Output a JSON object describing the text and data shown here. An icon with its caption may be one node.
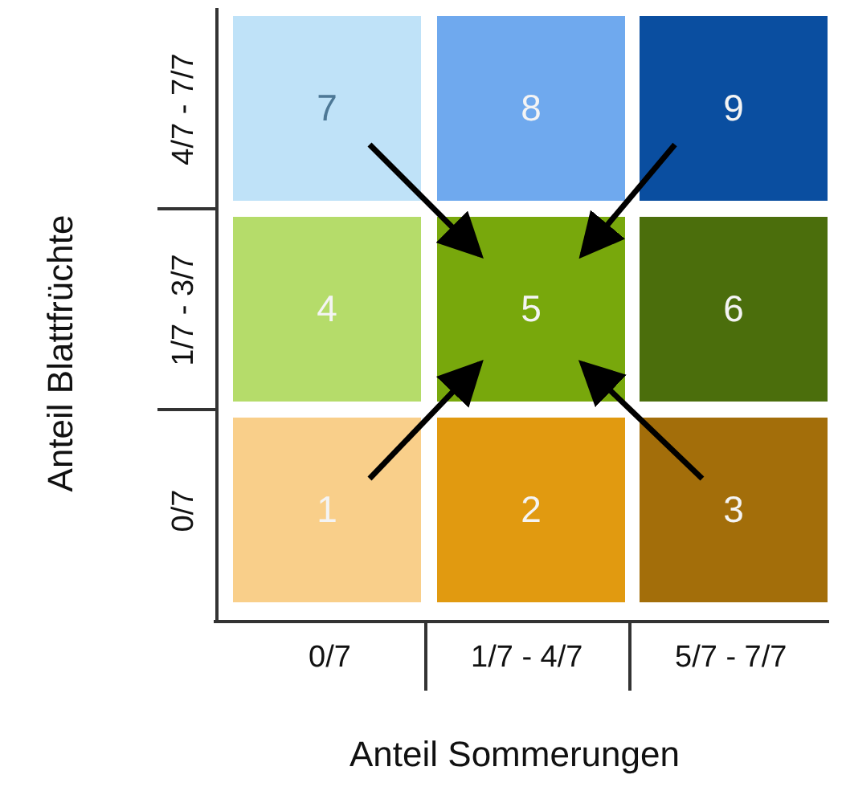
{
  "diagram": {
    "nodes": [
      {
        "text": [
          "7"
        ]
      },
      {
        "text": [
          "8"
        ]
      },
      {
        "text": [
          "9"
        ]
      },
      {
        "text": [
          "4"
        ]
      },
      {
        "text": [
          "5"
        ]
      },
      {
        "text": [
          "6"
        ]
      },
      {
        "text": [
          "1"
        ]
      },
      {
        "text": [
          "2"
        ]
      },
      {
        "text": [
          "3"
        ]
      }
    ],
    "edges": [
      {
        "from": 0,
        "to": 4,
        "arrow": "to"
      },
      {
        "from": 2,
        "to": 4,
        "arrow": "to"
      },
      {
        "from": 6,
        "to": 4,
        "arrow": "to"
      },
      {
        "from": 8,
        "to": 4,
        "arrow": "to"
      }
    ],
    "labels": [
      "4/7 - 7/7",
      "1/7 - 3/7",
      "0/7",
      "Anteil Blattfrüchte",
      "0/7",
      "1/7 - 4/7",
      "5/7 - 7/7",
      "Anteil Sommerungen"
    ]
  }
}
